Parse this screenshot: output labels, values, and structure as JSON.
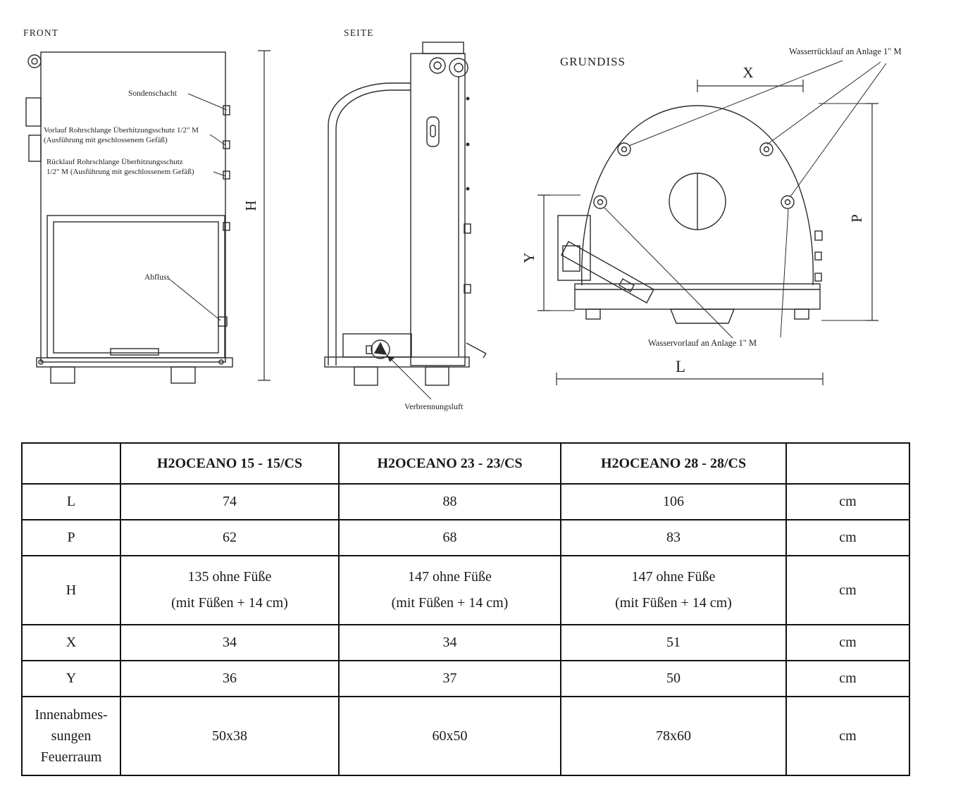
{
  "front": {
    "title": "FRONT",
    "sondenschacht": "Sondenschacht",
    "vorlauf_line1": "Vorlauf Rohrschlange Überhitzungsschutz 1/2\" M",
    "vorlauf_line2": "(Ausführung mit geschlossenem Gefäß)",
    "ruecklauf_line1": "Rücklauf Rohrschlange Überhitzungsschutz",
    "ruecklauf_line2": "1/2\" M (Ausführung mit geschlossenem Gefäß)",
    "abfluss": "Abfluss",
    "dim_h": "H"
  },
  "seite": {
    "title": "SEITE",
    "verbrennungsluft": "Verbrennungsluft"
  },
  "grundiss": {
    "title": "GRUNDISS",
    "wasserruecklauf": "Wasserrücklauf an Anlage 1\" M",
    "wasservorlauf": "Wasservorlauf an Anlage 1\" M",
    "dim_x": "X",
    "dim_y": "Y",
    "dim_p": "P",
    "dim_l": "L"
  },
  "table": {
    "columns": [
      "",
      "H2OCEANO 15 - 15/CS",
      "H2OCEANO 23 - 23/CS",
      "H2OCEANO 28 - 28/CS",
      ""
    ],
    "rows": [
      {
        "label": "L",
        "v1": "74",
        "v2": "88",
        "v3": "106",
        "unit": "cm"
      },
      {
        "label": "P",
        "v1": "62",
        "v2": "68",
        "v3": "83",
        "unit": "cm"
      },
      {
        "label": "H",
        "v1": "135 ohne Füße\n(mit Füßen + 14 cm)",
        "v2": "147 ohne Füße\n(mit Füßen + 14 cm)",
        "v3": "147 ohne Füße\n(mit Füßen + 14 cm)",
        "unit": "cm"
      },
      {
        "label": "X",
        "v1": "34",
        "v2": "34",
        "v3": "51",
        "unit": "cm"
      },
      {
        "label": "Y",
        "v1": "36",
        "v2": "37",
        "v3": "50",
        "unit": "cm"
      },
      {
        "label": "Innenabmes-\nsungen\nFeuerraum",
        "v1": "50x38",
        "v2": "60x50",
        "v3": "78x60",
        "unit": "cm"
      }
    ]
  }
}
